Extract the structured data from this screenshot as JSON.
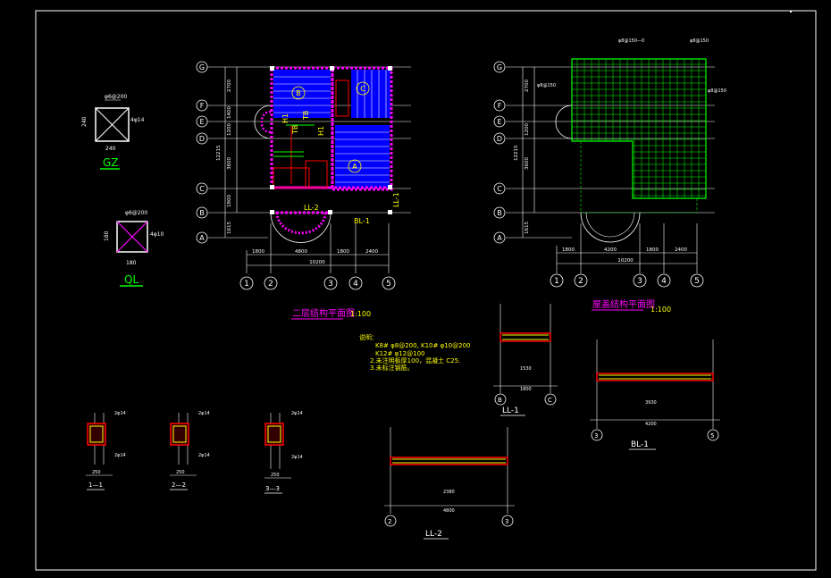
{
  "colors": {
    "background": "#000000",
    "frame": "#ffffff",
    "slab_fill": "#0000ff",
    "slab_lines": "#ffffff",
    "hatch_magenta": "#ff00ff",
    "grid_line": "#ffffff",
    "annotation": "#ffff00",
    "title": "#ff00ff",
    "rebar_green": "#00ff00",
    "beam_red": "#ff0000",
    "dim_gray": "#b0b0b0"
  },
  "grid": {
    "rows_left": [
      "G",
      "F",
      "E",
      "D",
      "C",
      "B",
      "A"
    ],
    "cols": [
      "1",
      "2",
      "3",
      "4",
      "5"
    ],
    "row_dims_left": [
      "2700",
      "1400",
      "1200",
      "3600",
      "1800",
      "1615"
    ],
    "col_dims": [
      "1800",
      "4800",
      "1800",
      "2400"
    ],
    "col_dims_right": [
      "1800",
      "4200",
      "1800",
      "2400"
    ],
    "total_width": "10200",
    "total_height": "12215"
  },
  "plans": {
    "left": {
      "title": "二层结构平面图",
      "scale": "1:100",
      "slab_marks": [
        "B",
        "C",
        "A"
      ],
      "beam_labels": [
        "LL-2",
        "BL-1",
        "LL-1",
        "TB",
        "TB",
        "H1",
        "H1"
      ]
    },
    "right": {
      "title": "屋盖结构平面图",
      "scale": "1:100",
      "notes": [
        "φ8@150—0",
        "φ8@150",
        "φ8@150",
        "φ8@150"
      ]
    }
  },
  "columns": {
    "gz": {
      "label": "GZ",
      "rebar": "4φ14",
      "stirrup": "φ6@200",
      "w": "240",
      "h": "240"
    },
    "ql": {
      "label": "QL",
      "rebar": "4φ10",
      "stirrup": "φ6@200",
      "w": "180",
      "h": "180"
    }
  },
  "notes": {
    "title": "说明：",
    "lines": [
      "K8# φ8@200, K10# φ10@200",
      "K12# φ12@100",
      "2.未注明板厚100，混凝土 C25.",
      "3.未标注钢筋。"
    ]
  },
  "sections": {
    "s1": "1—1",
    "s2": "2—2",
    "s3": "3—3",
    "bar_top": "2φ14",
    "bar_bot": "2φ14",
    "dim_w": "250"
  },
  "beams": {
    "ll1": {
      "label": "LL-1",
      "span": "1800",
      "clear": "1530",
      "axes": [
        "B",
        "C"
      ]
    },
    "ll2": {
      "label": "LL-2",
      "span": "4800",
      "clear": "2380",
      "axes": [
        "2",
        "3"
      ]
    },
    "bl1": {
      "label": "BL-1",
      "span": "4200",
      "clear": "3930",
      "axes": [
        "3",
        "5"
      ]
    }
  }
}
